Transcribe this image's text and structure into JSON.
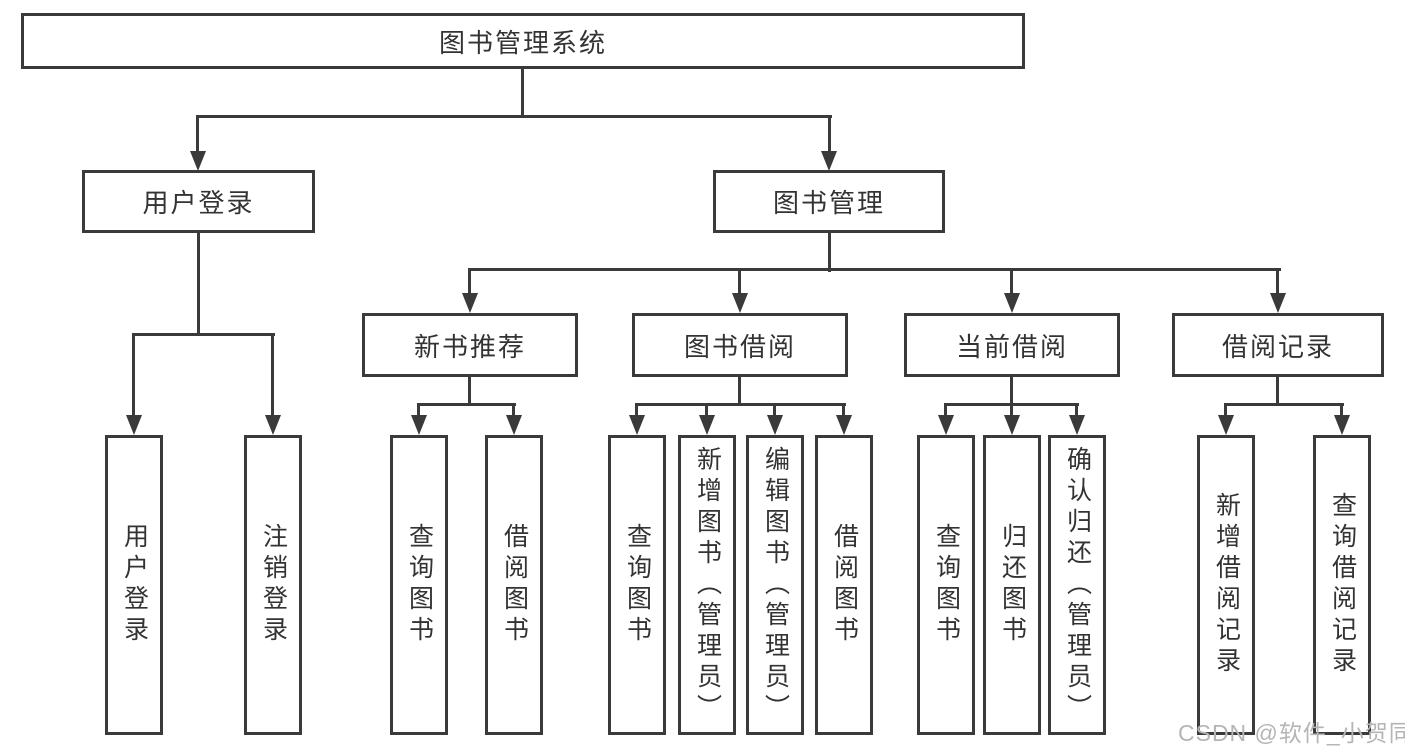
{
  "diagram": {
    "root": {
      "label": "图书管理系统"
    },
    "branches": [
      {
        "label": "用户登录",
        "children": [
          {
            "label": "用户登录"
          },
          {
            "label": "注销登录"
          }
        ]
      },
      {
        "label": "图书管理",
        "children": [
          {
            "label": "新书推荐",
            "children": [
              {
                "label": "查询图书"
              },
              {
                "label": "借阅图书"
              }
            ]
          },
          {
            "label": "图书借阅",
            "children": [
              {
                "label": "查询图书"
              },
              {
                "label": "新增图书（管理员）"
              },
              {
                "label": "编辑图书（管理员）"
              },
              {
                "label": "借阅图书"
              }
            ]
          },
          {
            "label": "当前借阅",
            "children": [
              {
                "label": "查询图书"
              },
              {
                "label": "归还图书"
              },
              {
                "label": "确认归还（管理员）"
              }
            ]
          },
          {
            "label": "借阅记录",
            "children": [
              {
                "label": "新增借阅记录"
              },
              {
                "label": "查询借阅记录"
              }
            ]
          }
        ]
      }
    ]
  },
  "watermark": {
    "text": "CSDN @软件_小贺同学"
  },
  "colors": {
    "line": "#3a3a3a",
    "text": "#333333",
    "watermark": "#b5b5b5",
    "background": "#ffffff"
  }
}
